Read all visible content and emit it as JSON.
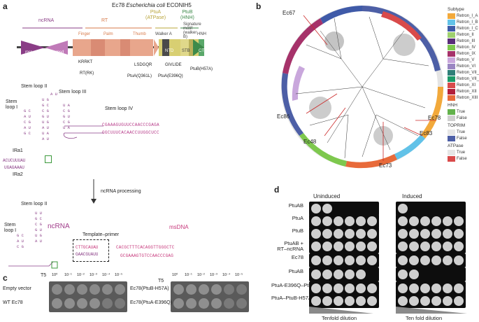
{
  "panels": {
    "a": "a",
    "b": "b",
    "c": "c",
    "d": "d"
  },
  "a": {
    "title_prefix": "Ec78",
    "title_species": "Escherichia coli",
    "title_strain": "ECONIH5",
    "labels": {
      "ncrna": "ncRNA",
      "rt": "RT",
      "ptua": "PtuA\n(ATPase)",
      "ptub": "PtuB\n(HNH)"
    },
    "segments": {
      "msr": "msr",
      "msd": "msd",
      "finger": "Finger",
      "palm": "Palm",
      "thumb": "Thumb",
      "walkera": "Walker A",
      "signature": "Signature motif (walker B)",
      "hnh": "HNH"
    },
    "domains": {
      "nterm": "NTD",
      "stb": "STB",
      "cterm": "CTD"
    },
    "mutations": {
      "rt": "RT(RK)",
      "rt_motif": "KRRKT",
      "ptua1": "PtuA(Q361L)",
      "ptua2": "PtuA(E396Q)",
      "ptub": "PtuB(H57A)",
      "lsdgqr": "LSDGQR",
      "givlide": "GIVLIDE"
    },
    "stem_loops": {
      "s1": "Stem loop I",
      "s2": "Stem loop II",
      "s3": "Stem loop III",
      "s4": "Stem loop IV",
      "ira1": "IRa1",
      "ira2": "IRa2"
    },
    "processing": "ncRNA processing",
    "bottom": {
      "s1": "Stem loop I",
      "s2": "Stem loop II",
      "ncrna": "ncRNA",
      "template": "Template–primer",
      "msdna": "msDNA"
    },
    "seq_s4_top": "CGAAAGUGUUCCAACCCGAGA",
    "seq_s4_bot": "GGCUUUCACAACCUUGGCUCC",
    "seq_ira1": "ACUCUUUAU",
    "seq_ira2": "UGAGAAAU",
    "seq_msdna_top": "CACGCTTTCACAGGTTGGGCTC",
    "seq_msdna_bot": "GCGAAAGTGTCCAACCCGAG",
    "seq_template": "CTTGCAUAU",
    "seq_template2": "GAACGUAUU"
  },
  "b": {
    "labels": {
      "ec67": "Ec67",
      "ec78": "Ec78",
      "ec83": "Ec83",
      "ec86": "Ec86",
      "ec48": "Ec48",
      "ec73": "Ec73"
    },
    "legend_subtype_title": "Subtype",
    "subtypes": [
      {
        "name": "Retron_I_A",
        "color": "#f2a93b"
      },
      {
        "name": "Retron_I_B",
        "color": "#62c2e8"
      },
      {
        "name": "Retron_I_C",
        "color": "#3f5aa8"
      },
      {
        "name": "Retron_II",
        "color": "#9fd06f"
      },
      {
        "name": "Retron_III",
        "color": "#5a2d7a"
      },
      {
        "name": "Retron_IV",
        "color": "#7ec84e"
      },
      {
        "name": "Retron_IX",
        "color": "#a6326a"
      },
      {
        "name": "Retron_V",
        "color": "#c9a7dc"
      },
      {
        "name": "Retron_VI",
        "color": "#9a86c2"
      },
      {
        "name": "Retron_VII_1",
        "color": "#2f7f78"
      },
      {
        "name": "Retron_VII_2",
        "color": "#1c9a68"
      },
      {
        "name": "Retron_XI",
        "color": "#d84b4b"
      },
      {
        "name": "Retron_XII",
        "color": "#b21f3b"
      },
      {
        "name": "Retron_XIII",
        "color": "#e86a3a"
      }
    ],
    "legend_hnh_title": "HNH",
    "hnh": [
      {
        "name": "True",
        "color": "#63b24c"
      },
      {
        "name": "False",
        "color": "#cfcfcf"
      }
    ],
    "legend_toprim_title": "TOPRIM",
    "toprim": [
      {
        "name": "True",
        "color": "#e6e6e6"
      },
      {
        "name": "False",
        "color": "#4d5fa6"
      }
    ],
    "legend_atpase_title": "ATPase",
    "atpase": [
      {
        "name": "True",
        "color": "#e6e6e6"
      },
      {
        "name": "False",
        "color": "#d94a4a"
      }
    ]
  },
  "c": {
    "t5_left": "T5",
    "t5_right": "T5",
    "dilutions": [
      "10⁰",
      "10⁻¹",
      "10⁻²",
      "10⁻³",
      "10⁻⁴",
      "10⁻⁵"
    ],
    "rows_left": [
      "Empty vector",
      "WT Ec78"
    ],
    "rows_right": [
      "Ec78(PtuB-H57A)",
      "Ec78(PtuA-E396Q)"
    ]
  },
  "d": {
    "header_uninduced": "Uninduced",
    "header_induced": "Induced",
    "rows": [
      "PtuAB",
      "PtuA",
      "PtuB",
      "PtuAB +\nRT–ncRNA",
      "Ec78",
      "PtuAB",
      "PtuA-E396Q–PtuB",
      "PtuA–PtuB-H57A"
    ],
    "footer_left": "Tenfold dilution",
    "footer_right": "Ten fold dilution"
  }
}
